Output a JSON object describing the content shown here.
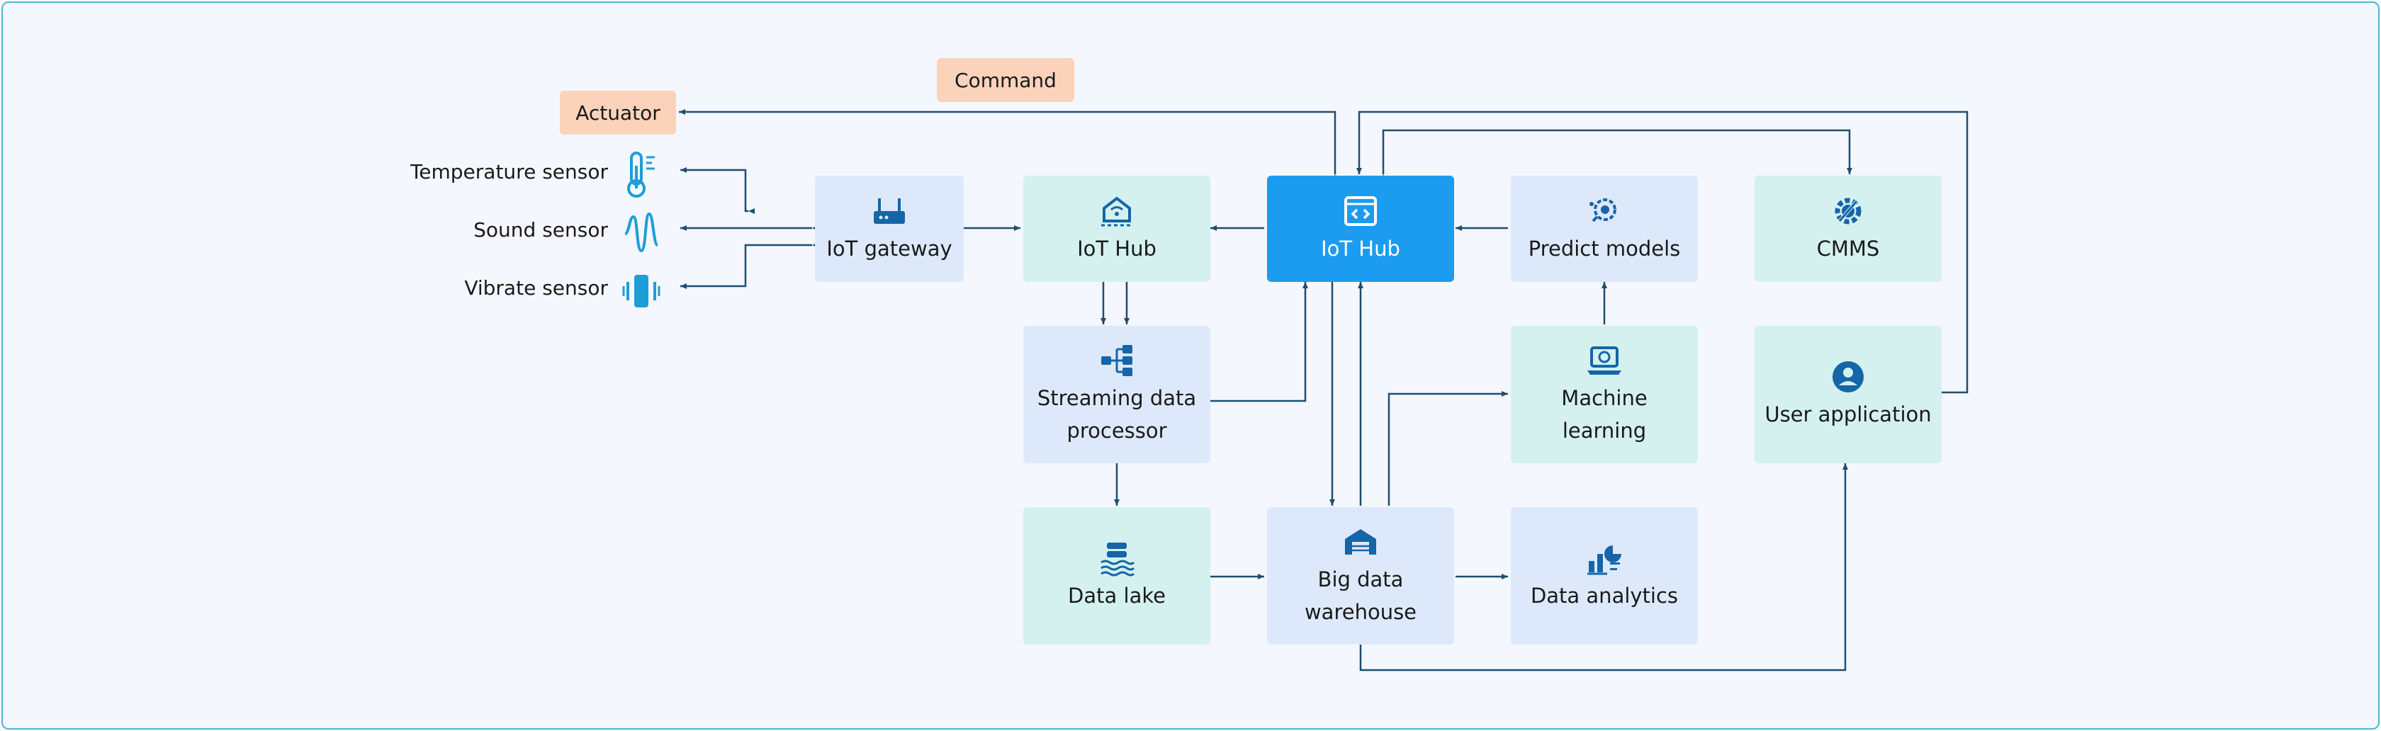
{
  "nodes": {
    "actuator": "Actuator",
    "command": "Command",
    "temperature_sensor": "Temperature sensor",
    "sound_sensor": "Sound sensor",
    "vibrate_sensor": "Vibrate sensor",
    "iot_gateway": "IoT gateway",
    "iot_hub_edge": "IoT Hub",
    "iot_hub_cloud": "IoT Hub",
    "predict_models": "Predict models",
    "cmms": "CMMS",
    "streaming_processor": "Streaming data processor",
    "machine_learning": "Machine learning",
    "user_application": "User application",
    "data_lake": "Data lake",
    "big_data_warehouse": "Big data warehouse",
    "data_analytics": "Data analytics"
  },
  "colors": {
    "frame_border": "#4fb3d9",
    "background": "#f4f7fd",
    "box_blue": "#dde9fb",
    "box_teal": "#d4f1ef",
    "box_primary": "#1c9cf0",
    "tag": "#fbd3bb",
    "icon": "#1565a8",
    "sensor_icon": "#1e9ed8",
    "connector": "#1f4e6e"
  },
  "icons": {
    "iot_gateway": "router-icon",
    "iot_hub_edge": "hub-icon",
    "iot_hub_cloud": "code-window-icon",
    "predict_models": "ai-brain-gear-icon",
    "cmms": "gear-wrench-icon",
    "streaming_processor": "flow-tree-icon",
    "machine_learning": "laptop-ai-icon",
    "user_application": "user-icon",
    "data_lake": "database-water-icon",
    "big_data_warehouse": "warehouse-icon",
    "data_analytics": "bar-pie-chart-icon",
    "temperature_sensor": "thermometer-icon",
    "sound_sensor": "sound-wave-icon",
    "vibrate_sensor": "vibration-icon"
  }
}
